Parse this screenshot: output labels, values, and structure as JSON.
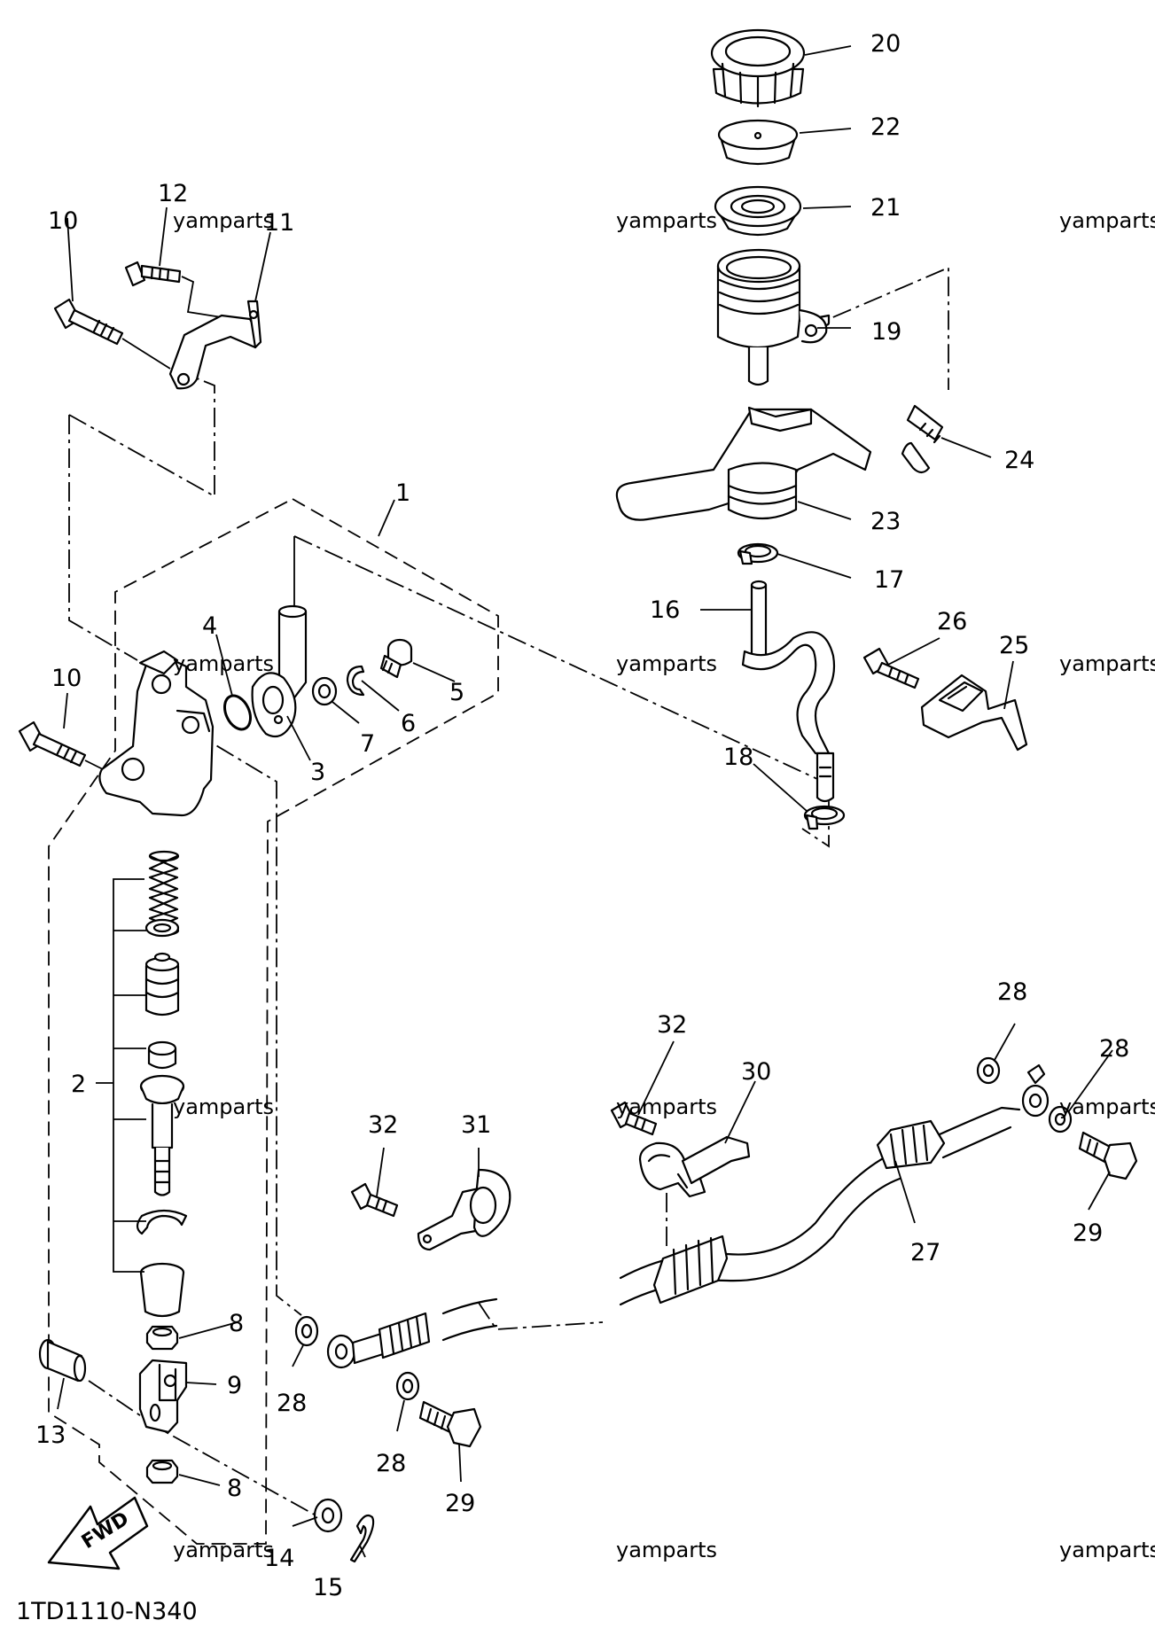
{
  "diagram_code": "1TD1110-N340",
  "watermark": "yamparts",
  "fwd_label": "FWD",
  "callouts": [
    "1",
    "2",
    "3",
    "4",
    "5",
    "6",
    "7",
    "8",
    "8",
    "9",
    "10",
    "10",
    "11",
    "12",
    "13",
    "14",
    "15",
    "16",
    "17",
    "18",
    "19",
    "20",
    "21",
    "22",
    "23",
    "24",
    "25",
    "26",
    "27",
    "28",
    "28",
    "28",
    "28",
    "29",
    "29",
    "30",
    "31",
    "32",
    "32"
  ]
}
